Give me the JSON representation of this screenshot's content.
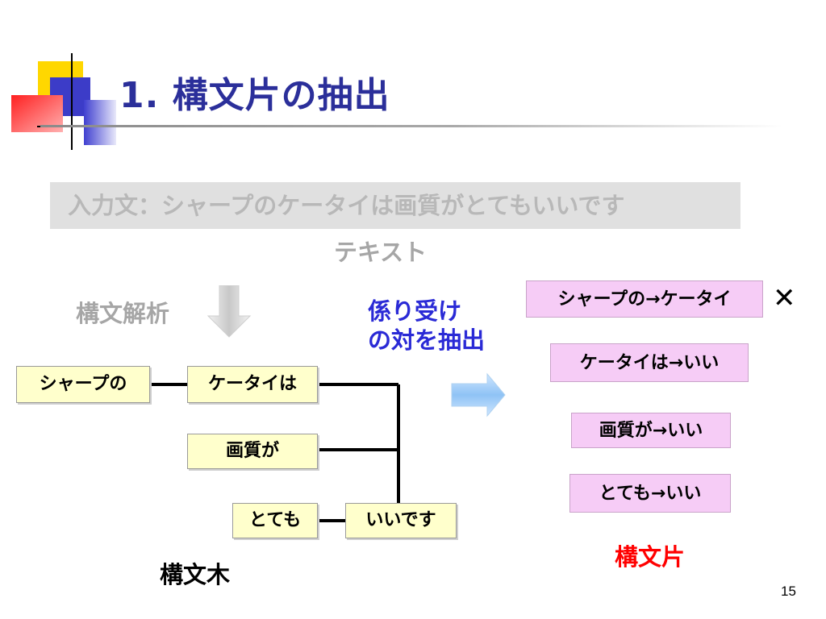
{
  "slide": {
    "title": "1. 構文片の抽出",
    "input_sentence": "入力文：シャープのケータイは画質がとてもいいです",
    "text_label": "テキスト",
    "parse_label": "構文解析",
    "extract_label_line1": "係り受け",
    "extract_label_line2": "の対を抽出",
    "tree_label": "構文木",
    "fragments_label": "構文片",
    "page_number": "15",
    "colors": {
      "title": "#2b2f9a",
      "node_fill": "#ffffcc",
      "chunk_fill": "#f6ccf6",
      "accent_blue": "#2a2ad6",
      "accent_red": "#ff0000",
      "arrow_blue": "#99ccff"
    }
  },
  "tree_nodes": {
    "sharp": "シャープの",
    "keitai": "ケータイは",
    "gashitsu": "画質が",
    "totemo": "とても",
    "iidesu": "いいです"
  },
  "fragments": {
    "f1": "シャープの→ケータイ",
    "f2": "ケータイは→いい",
    "f3": "画質が→いい",
    "f4": "とても→いい",
    "rejected_mark": "✕"
  }
}
